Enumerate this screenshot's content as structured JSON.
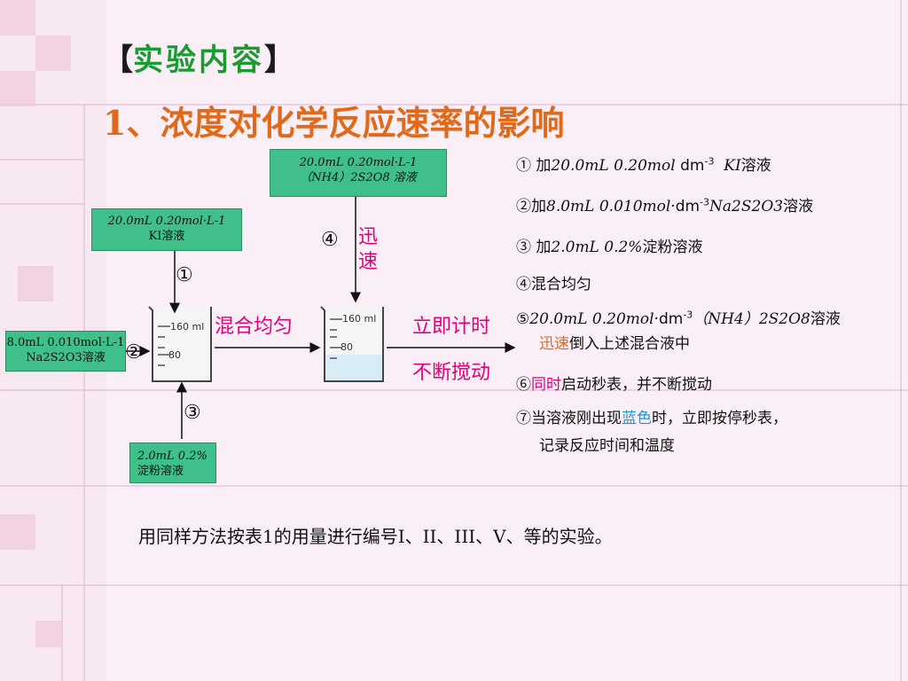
{
  "title": {
    "open": "【",
    "inner": "实验内容",
    "close": "】",
    "sub": "1、浓度对化学反应速率的影响"
  },
  "boxes": {
    "top": {
      "line1": "20.0mL 0.20mol·L-1",
      "line2": "（NH4）2S2O8 溶液"
    },
    "ki": {
      "line1": "20.0mL 0.20mol·L-1",
      "line2": "KI溶液"
    },
    "thio": {
      "line1": "8.0mL 0.010mol·L-1",
      "line2": "Na2S2O3溶液"
    },
    "starch": {
      "line1": "2.0mL 0.2%",
      "line2": "淀粉溶液"
    }
  },
  "markers": {
    "m1": "①",
    "m2": "②",
    "m3": "③",
    "m4": "④"
  },
  "labels": {
    "mix": "混合均匀",
    "fast_1": "迅",
    "fast_2": "速",
    "timer_1": "立即计时",
    "timer_2": "不断搅动"
  },
  "beaker": {
    "mark1": "160 ml",
    "mark2": "80"
  },
  "steps": {
    "s1": {
      "prefix": "① 加",
      "amount": "20.0mL 0.20mol ",
      "unit": "dm",
      "exp": "-3",
      "reagent": "KI",
      "suffix": "溶液"
    },
    "s2": {
      "prefix": "②加",
      "amount": "8.0mL 0.010mol·",
      "unit": "dm",
      "exp": "-3",
      "reagent": "Na2S2O3",
      "suffix": "溶液"
    },
    "s3": {
      "prefix": "③ 加",
      "amount": "2.0mL 0.2%",
      "suffix": "淀粉溶液"
    },
    "s4": {
      "text": "④混合均匀"
    },
    "s5": {
      "prefix": "⑤",
      "amount": "20.0mL 0.20mol·",
      "unit": "dm",
      "exp": "-3",
      "reagent": "（NH4）2S2O8",
      "suffix": "溶液",
      "line2_hl": "迅速",
      "line2": "倒入上述混合液中"
    },
    "s6": {
      "prefix": "⑥",
      "hl": "同时",
      "rest": "启动秒表，并不断搅动"
    },
    "s7": {
      "prefix": "⑦当溶液刚出现",
      "hl": "蓝色",
      "rest": "时，立即按停秒表，",
      "line2": "记录反应时间和温度"
    }
  },
  "note": "用同样方法按表1的用量进行编号I、II、III、V、等的实验。",
  "colors": {
    "green_box": "#3fbf8a",
    "title_green": "#1a9a30",
    "orange": "#e06a1a",
    "pink": "#e0007a",
    "blue": "#1a9ad6"
  }
}
